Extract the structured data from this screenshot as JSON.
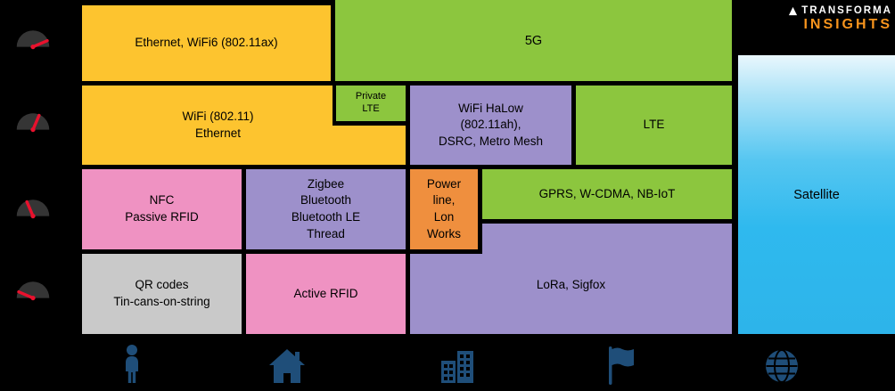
{
  "brand": {
    "line1": "TRANSFORMA",
    "line2": "INSIGHTS"
  },
  "blocks": {
    "ethernet_wifi6": "Ethernet, WiFi6 (802.11ax)",
    "five_g": "5G",
    "wifi_ethernet": "WiFi (802.11)\nEthernet",
    "private_lte": "Private\nLTE",
    "wifi_halow": "WiFi HaLow\n(802.11ah),\nDSRC, Metro Mesh",
    "lte": "LTE",
    "nfc_passive_rfid": "NFC\nPassive RFID",
    "zigbee_bluetooth": "Zigbee\nBluetooth\nBluetooth LE\nThread",
    "powerline_lonworks": "Power\nline,\nLon\nWorks",
    "gprs_wcdma_nbiot": "GPRS, W-CDMA, NB-IoT",
    "lora_sigfox": "LoRa, Sigfox",
    "qr_codes": "QR codes\nTin-cans-on-string",
    "active_rfid": "Active RFID",
    "satellite": "Satellite"
  },
  "palette": {
    "background": "#000000",
    "yellow": "#FDC42F",
    "green": "#8CC63E",
    "purple": "#9D90CB",
    "pink": "#EF92C2",
    "orange": "#EF8F3E",
    "gray": "#C9C9C9",
    "satellite_top": "#E9F7FD",
    "satellite_bottom": "#2DB4EA",
    "range_icon_blue": "#1F4E79",
    "gauge_needle_red": "#E8112D",
    "brand_orange": "#F7941D",
    "block_text": "#000000"
  },
  "icons": {
    "left_axis": [
      "speed-gauge-fastest-icon",
      "speed-gauge-fast-icon",
      "speed-gauge-slow-icon",
      "speed-gauge-slowest-icon"
    ],
    "bottom_axis": [
      "person-icon",
      "home-icon",
      "buildings-icon",
      "flag-icon",
      "globe-icon"
    ]
  }
}
